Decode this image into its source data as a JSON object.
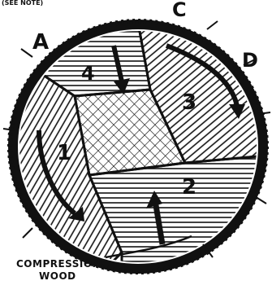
{
  "note": "(SEE NOTE)",
  "corner_labels": {
    "a": "A",
    "c": "C",
    "d": "D"
  },
  "board_numbers": {
    "b1": "1",
    "b2": "2",
    "b3": "3",
    "b4": "4"
  },
  "caption": {
    "line1": "COMPRESSION",
    "line2": "WOOD"
  },
  "colors": {
    "ink": "#111111",
    "paper": "#ffffff"
  }
}
